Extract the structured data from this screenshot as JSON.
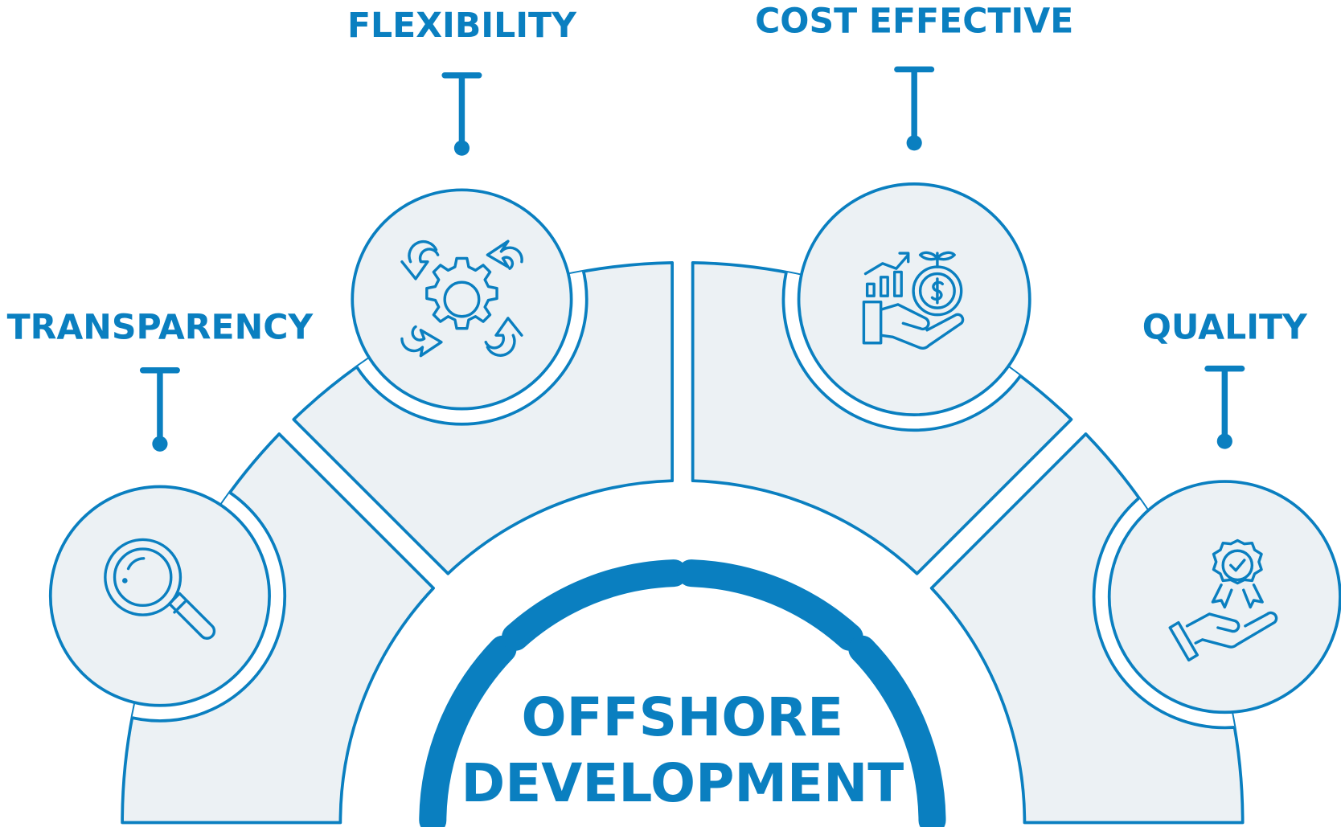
{
  "title": {
    "line1": "OFFSHORE",
    "line2": "DEVELOPMENT"
  },
  "pillars": [
    {
      "label": "TRANSPARENCY",
      "icon": "magnifier-icon"
    },
    {
      "label": "FLEXIBILITY",
      "icon": "gear-arrows-icon"
    },
    {
      "label": "COST EFFECTIVE",
      "icon": "money-growth-hand-icon"
    },
    {
      "label": "QUALITY",
      "icon": "award-hand-icon"
    }
  ],
  "colors": {
    "accent": "#0a7fc0",
    "fill": "#ecf1f4",
    "background": "#ffffff"
  }
}
